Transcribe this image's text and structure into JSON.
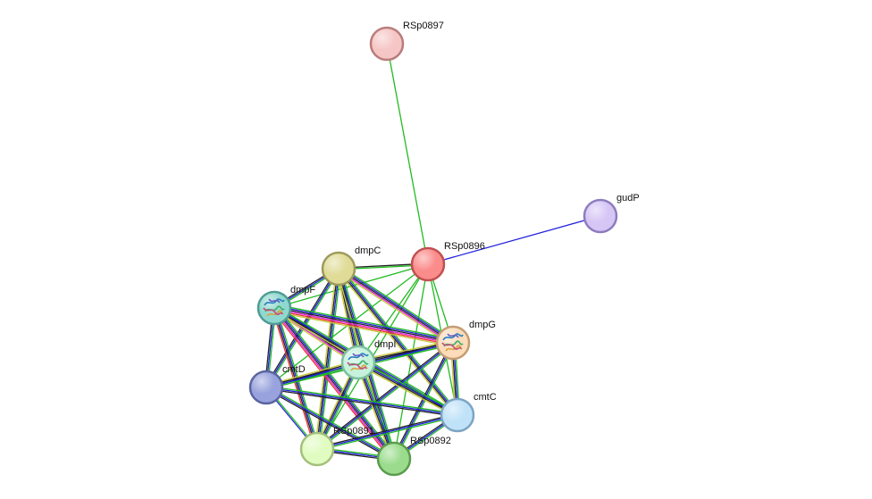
{
  "network": {
    "nodes": [
      {
        "id": "RSp0897",
        "label": "RSp0897",
        "color": "#f6c6c6",
        "stroke": "#b97c7c",
        "structure": false
      },
      {
        "id": "gudP",
        "label": "gudP",
        "color": "#d6c6f6",
        "stroke": "#8e7cbf",
        "structure": false
      },
      {
        "id": "RSp0896",
        "label": "RSp0896",
        "color": "#fb8c8c",
        "stroke": "#c05050",
        "structure": false
      },
      {
        "id": "dmpC",
        "label": "dmpC",
        "color": "#e0dc98",
        "stroke": "#9e9a5a",
        "structure": false
      },
      {
        "id": "dmpF",
        "label": "dmpF",
        "color": "#8fd8cf",
        "stroke": "#4f9c94",
        "structure": true
      },
      {
        "id": "dmpG",
        "label": "dmpG",
        "color": "#fcdcba",
        "stroke": "#c49c74",
        "structure": true
      },
      {
        "id": "dmpI",
        "label": "dmpI",
        "color": "#c6f2dc",
        "stroke": "#7cbf9e",
        "structure": true
      },
      {
        "id": "cmtD",
        "label": "cmtD",
        "color": "#98a2dc",
        "stroke": "#5a64a0",
        "structure": false
      },
      {
        "id": "cmtC",
        "label": "cmtC",
        "color": "#c0e2f8",
        "stroke": "#7ca4c4",
        "structure": false
      },
      {
        "id": "RSp0891",
        "label": "RSp0891",
        "color": "#e0fcc0",
        "stroke": "#a4c07c",
        "structure": false
      },
      {
        "id": "RSp0892",
        "label": "RSp0892",
        "color": "#9adc8c",
        "stroke": "#5a9c4e",
        "structure": false
      }
    ],
    "edge_colors": {
      "green": "#22bb22",
      "blue": "#2222dd",
      "black": "#222222",
      "magenta": "#dd22dd",
      "yellow": "#c8c83a",
      "red": "#ee3333",
      "navy": "#333399"
    },
    "edges": [
      {
        "from": "RSp0897",
        "to": "RSp0896",
        "types": [
          "green"
        ]
      },
      {
        "from": "RSp0896",
        "to": "gudP",
        "types": [
          "blue"
        ]
      },
      {
        "from": "RSp0896",
        "to": "dmpC",
        "types": [
          "green",
          "black"
        ]
      },
      {
        "from": "RSp0896",
        "to": "dmpF",
        "types": [
          "green"
        ]
      },
      {
        "from": "RSp0896",
        "to": "dmpG",
        "types": [
          "green"
        ]
      },
      {
        "from": "RSp0896",
        "to": "dmpI",
        "types": [
          "green"
        ]
      },
      {
        "from": "RSp0896",
        "to": "cmtD",
        "types": [
          "green"
        ]
      },
      {
        "from": "RSp0896",
        "to": "cmtC",
        "types": [
          "green"
        ]
      },
      {
        "from": "RSp0896",
        "to": "RSp0891",
        "types": [
          "green"
        ]
      },
      {
        "from": "RSp0896",
        "to": "RSp0892",
        "types": [
          "green"
        ]
      },
      {
        "from": "dmpC",
        "to": "dmpF",
        "types": [
          "green",
          "blue",
          "black"
        ]
      },
      {
        "from": "dmpC",
        "to": "dmpG",
        "types": [
          "green",
          "blue",
          "black",
          "magenta",
          "yellow"
        ]
      },
      {
        "from": "dmpC",
        "to": "dmpI",
        "types": [
          "green",
          "blue",
          "black",
          "yellow"
        ]
      },
      {
        "from": "dmpC",
        "to": "cmtD",
        "types": [
          "green",
          "blue",
          "black"
        ]
      },
      {
        "from": "dmpC",
        "to": "cmtC",
        "types": [
          "green",
          "blue",
          "black",
          "yellow"
        ]
      },
      {
        "from": "dmpC",
        "to": "RSp0891",
        "types": [
          "green",
          "blue",
          "black",
          "yellow"
        ]
      },
      {
        "from": "dmpC",
        "to": "RSp0892",
        "types": [
          "green",
          "blue",
          "black",
          "yellow"
        ]
      },
      {
        "from": "dmpF",
        "to": "dmpG",
        "types": [
          "green",
          "blue",
          "black",
          "magenta",
          "red",
          "yellow"
        ]
      },
      {
        "from": "dmpF",
        "to": "dmpI",
        "types": [
          "green",
          "blue",
          "black",
          "magenta",
          "yellow"
        ]
      },
      {
        "from": "dmpF",
        "to": "cmtD",
        "types": [
          "green",
          "blue",
          "black"
        ]
      },
      {
        "from": "dmpF",
        "to": "cmtC",
        "types": [
          "green",
          "blue",
          "black",
          "yellow"
        ]
      },
      {
        "from": "dmpF",
        "to": "RSp0891",
        "types": [
          "green",
          "blue",
          "black",
          "red"
        ]
      },
      {
        "from": "dmpF",
        "to": "RSp0892",
        "types": [
          "green",
          "blue",
          "black",
          "magenta",
          "red"
        ]
      },
      {
        "from": "dmpG",
        "to": "dmpI",
        "types": [
          "green",
          "blue",
          "black",
          "yellow"
        ]
      },
      {
        "from": "dmpG",
        "to": "cmtD",
        "types": [
          "green",
          "blue",
          "black"
        ]
      },
      {
        "from": "dmpG",
        "to": "cmtC",
        "types": [
          "green",
          "blue",
          "black",
          "yellow"
        ]
      },
      {
        "from": "dmpG",
        "to": "RSp0891",
        "types": [
          "green",
          "blue",
          "black"
        ]
      },
      {
        "from": "dmpG",
        "to": "RSp0892",
        "types": [
          "green",
          "blue",
          "black"
        ]
      },
      {
        "from": "dmpI",
        "to": "cmtD",
        "types": [
          "green",
          "blue",
          "black",
          "yellow"
        ]
      },
      {
        "from": "dmpI",
        "to": "cmtC",
        "types": [
          "green",
          "blue",
          "black",
          "yellow"
        ]
      },
      {
        "from": "dmpI",
        "to": "RSp0891",
        "types": [
          "green",
          "blue",
          "black",
          "yellow"
        ]
      },
      {
        "from": "dmpI",
        "to": "RSp0892",
        "types": [
          "green",
          "blue",
          "black",
          "yellow"
        ]
      },
      {
        "from": "cmtD",
        "to": "cmtC",
        "types": [
          "green",
          "blue",
          "black"
        ]
      },
      {
        "from": "cmtD",
        "to": "RSp0891",
        "types": [
          "green",
          "blue"
        ]
      },
      {
        "from": "cmtD",
        "to": "RSp0892",
        "types": [
          "green",
          "blue",
          "black"
        ]
      },
      {
        "from": "cmtC",
        "to": "RSp0891",
        "types": [
          "green",
          "blue",
          "black"
        ]
      },
      {
        "from": "cmtC",
        "to": "RSp0892",
        "types": [
          "green",
          "blue",
          "black"
        ]
      },
      {
        "from": "RSp0891",
        "to": "RSp0892",
        "types": [
          "green",
          "blue",
          "black"
        ]
      }
    ]
  }
}
